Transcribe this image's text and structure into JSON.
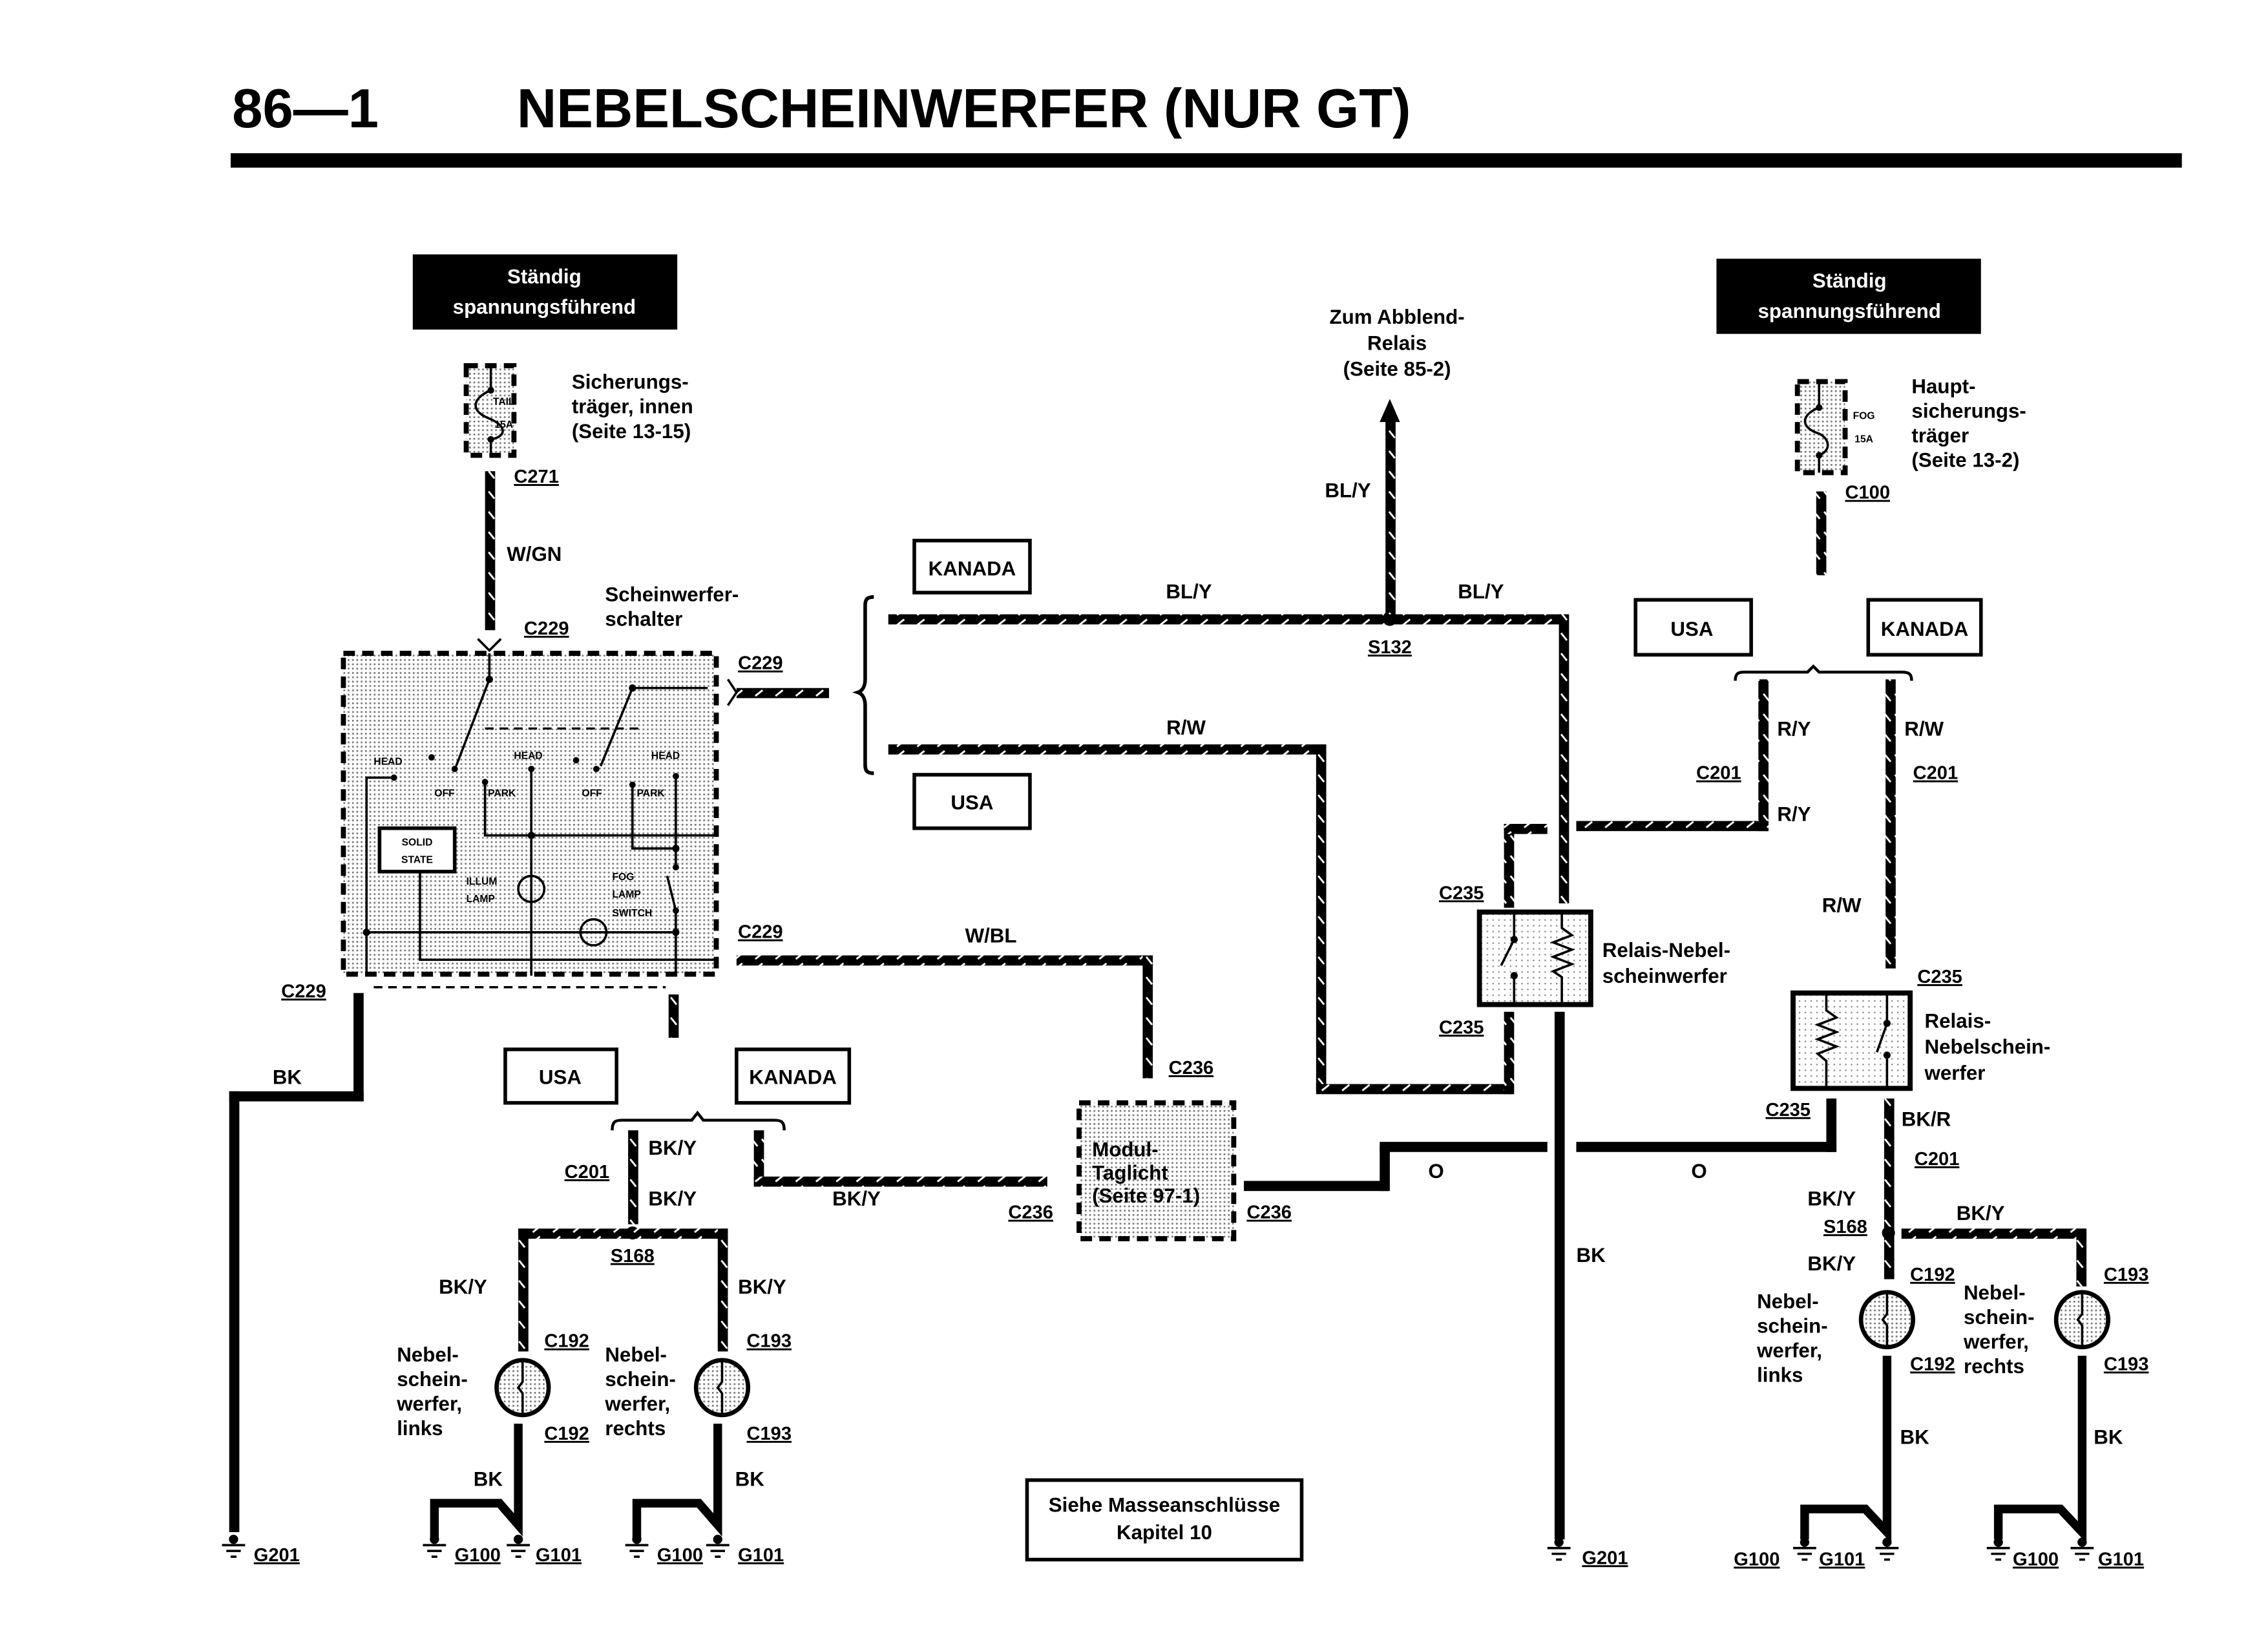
{
  "page": {
    "number": "86—1",
    "title": "NEBELSCHEINWERFER (NUR GT)"
  },
  "power_labels": {
    "left": {
      "line1": "Ständig",
      "line2": "spannungsführend"
    },
    "right": {
      "line1": "Ständig",
      "line2": "spannungsführend"
    }
  },
  "fuses": {
    "left": {
      "name": "TAIL",
      "rating": "15A",
      "connector": "C271",
      "desc_lines": [
        "Sicherungs-",
        "träger, innen",
        "(Seite 13-15)"
      ]
    },
    "right": {
      "name": "FOG",
      "rating": "15A",
      "connector": "C100",
      "desc_lines": [
        "Haupt-",
        "sicherungs-",
        "träger",
        "(Seite 13-2)"
      ]
    }
  },
  "headlamp_switch": {
    "title_lines": [
      "Scheinwerfer-",
      "schalter"
    ],
    "connector_top": "C229",
    "positions": [
      "HEAD",
      "OFF",
      "PARK",
      "HEAD",
      "OFF",
      "PARK",
      "HEAD"
    ],
    "solid_state": [
      "SOLID",
      "STATE"
    ],
    "illum_lamp": [
      "ILLUM",
      "LAMP"
    ],
    "fog_lamp_switch": [
      "FOG",
      "LAMP",
      "SWITCH"
    ],
    "connector_right_top": "C229",
    "connector_right_bottom": "C229",
    "connector_bottom_left": "C229"
  },
  "upstream": {
    "lines": [
      "Zum Abblend-",
      "Relais",
      "(Seite 85-2)"
    ],
    "wire": "BL/Y"
  },
  "splices": {
    "s132": "S132",
    "s168_left": "S168",
    "s168_right": "S168"
  },
  "region_labels": {
    "kanada_top": "KANADA",
    "usa_mid": "USA",
    "usa_right": "USA",
    "kanada_right": "KANADA",
    "usa_bottom": "USA",
    "kanada_bottom": "KANADA"
  },
  "wires": {
    "w_gn": "W/GN",
    "bl_y_left": "BL/Y",
    "bl_y_right": "BL/Y",
    "r_w_mid": "R/W",
    "w_bl": "W/BL",
    "bk_left": "BK",
    "bk_y_c201_top": "BK/Y",
    "bk_y_c201_bot": "BK/Y",
    "bk_y_kanada": "BK/Y",
    "bk_y_left_lamp": "BK/Y",
    "bk_y_right_lamp": "BK/Y",
    "bk_left_ground": "BK",
    "bk_right_ground": "BK",
    "o_left": "O",
    "o_right": "O",
    "bk_center": "BK",
    "r_y_top": "R/Y",
    "r_y_bot": "R/Y",
    "r_w_top": "R/W",
    "r_w_bot": "R/W",
    "bk_r": "BK/R",
    "bk_y_r1": "BK/Y",
    "bk_y_r2": "BK/Y",
    "bk_y_r3": "BK/Y",
    "bk_rl": "BK",
    "bk_rr": "BK"
  },
  "connectors": {
    "c201_left": "C201",
    "c201_r_left": "C201",
    "c201_r_right": "C201",
    "c201_r_bk": "C201",
    "c235_a": "C235",
    "c235_b": "C235",
    "c235_c": "C235",
    "c235_d": "C235",
    "c236_top": "C236",
    "c236_left": "C236",
    "c236_right": "C236",
    "c192_a": "C192",
    "c192_b": "C192",
    "c193_a": "C193",
    "c193_b": "C193",
    "c192_ra": "C192",
    "c192_rb": "C192",
    "c193_ra": "C193",
    "c193_rb": "C193"
  },
  "relays": {
    "center": {
      "lines": [
        "Relais-Nebel-",
        "scheinwerfer"
      ]
    },
    "right": {
      "lines": [
        "Relais-",
        "Nebelschein-",
        "werfer"
      ]
    }
  },
  "module": {
    "lines": [
      "Modul-",
      "Taglicht",
      "(Seite 97-1)"
    ]
  },
  "fog_lamps": {
    "left_l": [
      "Nebel-",
      "schein-",
      "werfer,",
      "links"
    ],
    "left_r": [
      "Nebel-",
      "schein-",
      "werfer,",
      "rechts"
    ],
    "right_l": [
      "Nebel-",
      "schein-",
      "werfer,",
      "links"
    ],
    "right_r": [
      "Nebel-",
      "schein-",
      "werfer,",
      "rechts"
    ]
  },
  "grounds": {
    "g201_left": "G201",
    "g100_a": "G100",
    "g101_a": "G101",
    "g100_b": "G100",
    "g101_b": "G101",
    "g201_center": "G201",
    "g100_c": "G100",
    "g101_c": "G101",
    "g100_d": "G100",
    "g101_d": "G101"
  },
  "note": {
    "lines": [
      "Siehe Masseanschlüsse",
      "Kapitel 10"
    ]
  }
}
